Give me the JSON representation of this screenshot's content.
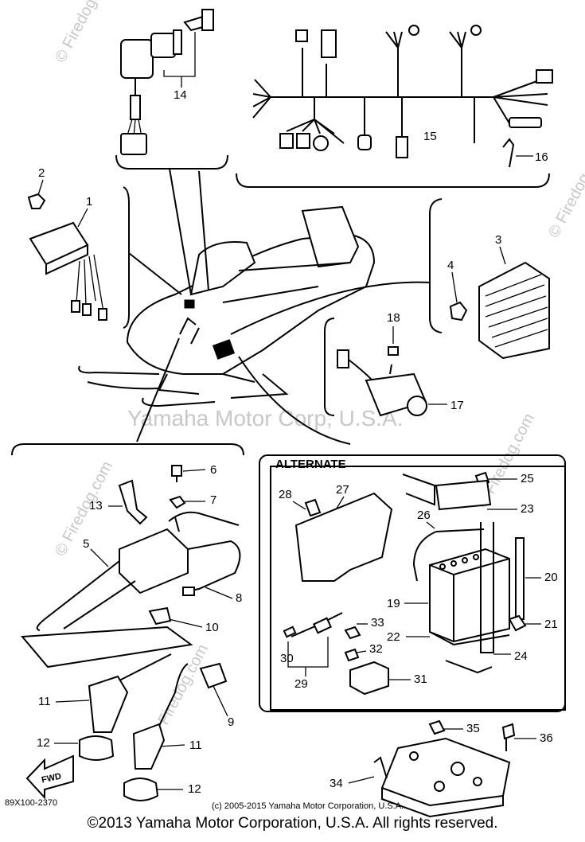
{
  "diagram": {
    "watermark_center": "Yamaha Motor Corp, U.S.A.",
    "watermark_site": "© Firedog.com",
    "box_title": "ALTERNATE",
    "fwd_label": "FWD",
    "part_code": "89X100-2370",
    "small_copyright": "(c) 2005-2015 Yamaha Motor Corporation, U.S.A.",
    "footer_copyright": "©2013 Yamaha Motor Corporation, U.S.A. All rights reserved.",
    "callouts": {
      "c1": "1",
      "c2": "2",
      "c3": "3",
      "c4": "4",
      "c5": "5",
      "c6": "6",
      "c7": "7",
      "c8": "8",
      "c9": "9",
      "c10": "10",
      "c11a": "11",
      "c11b": "11",
      "c12a": "12",
      "c12b": "12",
      "c13": "13",
      "c14": "14",
      "c15": "15",
      "c16": "16",
      "c17": "17",
      "c18": "18",
      "c19": "19",
      "c20": "20",
      "c21": "21",
      "c22": "22",
      "c23": "23",
      "c24": "24",
      "c25": "25",
      "c26": "26",
      "c27": "27",
      "c28": "28",
      "c29": "29",
      "c30": "30",
      "c31": "31",
      "c32": "32",
      "c33": "33",
      "c34": "34",
      "c35": "35",
      "c36": "36"
    }
  }
}
